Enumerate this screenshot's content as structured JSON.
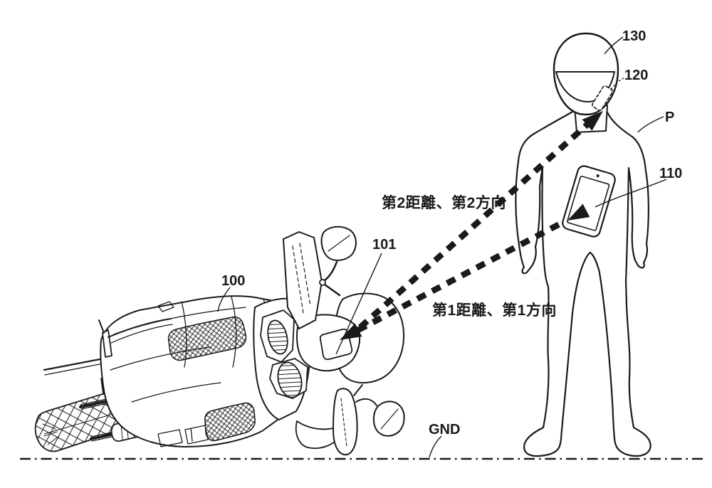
{
  "figure": {
    "background_color": "#ffffff",
    "ink_color": "#1a1a1a",
    "ground_label": "GND",
    "reference_labels": {
      "motorcycle": "100",
      "motorcycle_unit": "101",
      "smartphone": "110",
      "helmet_device": "120",
      "helmet": "130",
      "person": "P"
    },
    "measurement_annotations": {
      "first": "第1距離、第1方向",
      "second": "第2距離、第2方向"
    }
  }
}
